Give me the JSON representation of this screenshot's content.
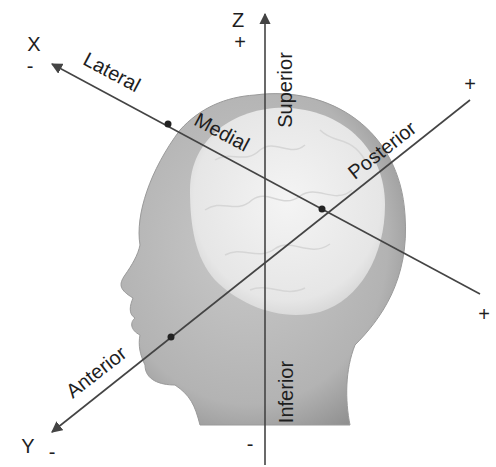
{
  "diagram": {
    "labels": [
      "Z",
      "+",
      "Superior",
      "Posterior",
      "+",
      "X",
      "-",
      "Lateral",
      "Medial",
      "Anterior",
      "Y",
      "-",
      "+",
      "Inferior",
      "-"
    ]
  }
}
